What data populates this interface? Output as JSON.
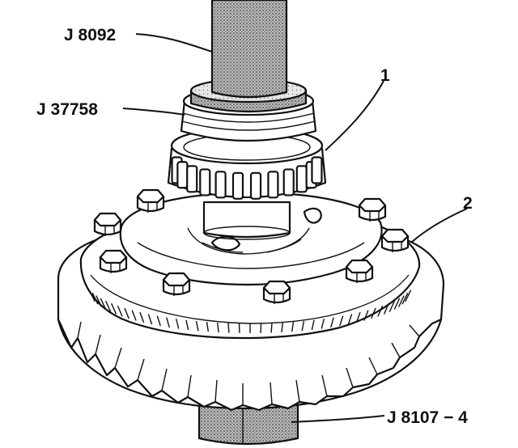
{
  "figure": {
    "callouts": {
      "tool_handle": "J 8092",
      "tool_installer": "J 37758",
      "part_bearing": "1",
      "part_case": "2",
      "tool_holder": "J 8107 − 4"
    },
    "colors": {
      "ink": "#111111",
      "paper": "#ffffff",
      "shaded": "#8f8f8f"
    }
  }
}
